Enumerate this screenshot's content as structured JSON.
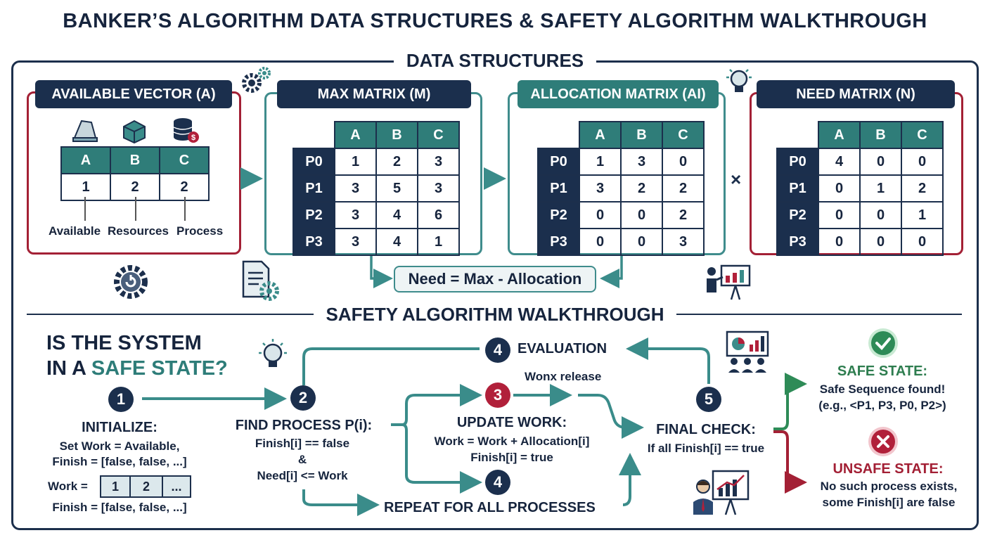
{
  "title": "BANKER’S ALGORITHM DATA STRUCTURES & SAFETY ALGORITHM WALKTHROUGH",
  "data_structures": {
    "heading": "DATA STRUCTURES",
    "available": {
      "title": "AVAILABLE VECTOR (A)",
      "columns": [
        "A",
        "B",
        "C"
      ],
      "values": [
        "1",
        "2",
        "2"
      ],
      "captions": [
        "Available",
        "Resources",
        "Process"
      ]
    },
    "max": {
      "title": "MAX MATRIX (M)",
      "columns": [
        "A",
        "B",
        "C"
      ],
      "rows": [
        {
          "label": "P0",
          "values": [
            "1",
            "2",
            "3"
          ]
        },
        {
          "label": "P1",
          "values": [
            "3",
            "5",
            "3"
          ]
        },
        {
          "label": "P2",
          "values": [
            "3",
            "4",
            "6"
          ]
        },
        {
          "label": "P3",
          "values": [
            "3",
            "4",
            "1"
          ]
        }
      ]
    },
    "allocation": {
      "title": "ALLOCATION MATRIX (AI)",
      "columns": [
        "A",
        "B",
        "C"
      ],
      "rows": [
        {
          "label": "P0",
          "values": [
            "1",
            "3",
            "0"
          ]
        },
        {
          "label": "P1",
          "values": [
            "3",
            "2",
            "2"
          ]
        },
        {
          "label": "P2",
          "values": [
            "0",
            "0",
            "2"
          ]
        },
        {
          "label": "P3",
          "values": [
            "0",
            "0",
            "3"
          ]
        }
      ]
    },
    "need": {
      "title": "NEED MATRIX (N)",
      "columns": [
        "A",
        "B",
        "C"
      ],
      "rows": [
        {
          "label": "P0",
          "values": [
            "4",
            "0",
            "0"
          ]
        },
        {
          "label": "P1",
          "values": [
            "0",
            "1",
            "2"
          ]
        },
        {
          "label": "P2",
          "values": [
            "0",
            "0",
            "1"
          ]
        },
        {
          "label": "P3",
          "values": [
            "0",
            "0",
            "0"
          ]
        }
      ]
    },
    "operator": "×",
    "formula": "Need = Max - Allocation"
  },
  "safety": {
    "heading": "SAFETY ALGORITHM WALKTHROUGH",
    "question_line1": "IS THE SYSTEM",
    "question_line2_prefix": "IN A ",
    "question_line2_highlight": "SAFE STATE?",
    "step1": {
      "num": "1",
      "title": "INITIALIZE:",
      "line1": "Set Work = Available,",
      "line2": "Finish = [false, false, ...]",
      "work_label": "Work =",
      "work_values": [
        "1",
        "2",
        "..."
      ],
      "finish_line": "Finish = [false, false, ...]"
    },
    "step2": {
      "num": "2",
      "title": "FIND PROCESS P(i):",
      "line1": "Finish[i] == false",
      "line2": "&",
      "line3": "Need[i] <= Work"
    },
    "step3": {
      "num": "3",
      "above": "Wonx release",
      "title": "UPDATE WORK:",
      "line1": "Work = Work + Allocation[i]",
      "line2": "Finish[i] = true"
    },
    "step4_top": {
      "num": "4",
      "title": "EVALUATION"
    },
    "step4_bottom": {
      "num": "4",
      "title": "REPEAT FOR ALL PROCESSES"
    },
    "step5": {
      "num": "5",
      "title": "FINAL CHECK:",
      "line1": "If all Finish[i] == true"
    },
    "safe": {
      "title": "SAFE STATE:",
      "line1": "Safe Sequence found!",
      "line2": "(e.g., <P1, P3, P0, P2>)"
    },
    "unsafe": {
      "title": "UNSAFE STATE:",
      "line1": "No such process exists,",
      "line2": "some Finish[i] are false"
    }
  },
  "colors": {
    "navy": "#1b2f4d",
    "teal": "#2e7d79",
    "red": "#a32035",
    "green": "#2e8b57"
  },
  "icons": [
    "gears-icon",
    "lightbulb-icon",
    "document-gear-icon",
    "presenter-chart-icon",
    "gear-cycle-icon",
    "team-chart-icon",
    "businessman-chart-icon",
    "check-icon",
    "cross-icon",
    "funnel-icon",
    "box-icon",
    "database-coin-icon"
  ]
}
